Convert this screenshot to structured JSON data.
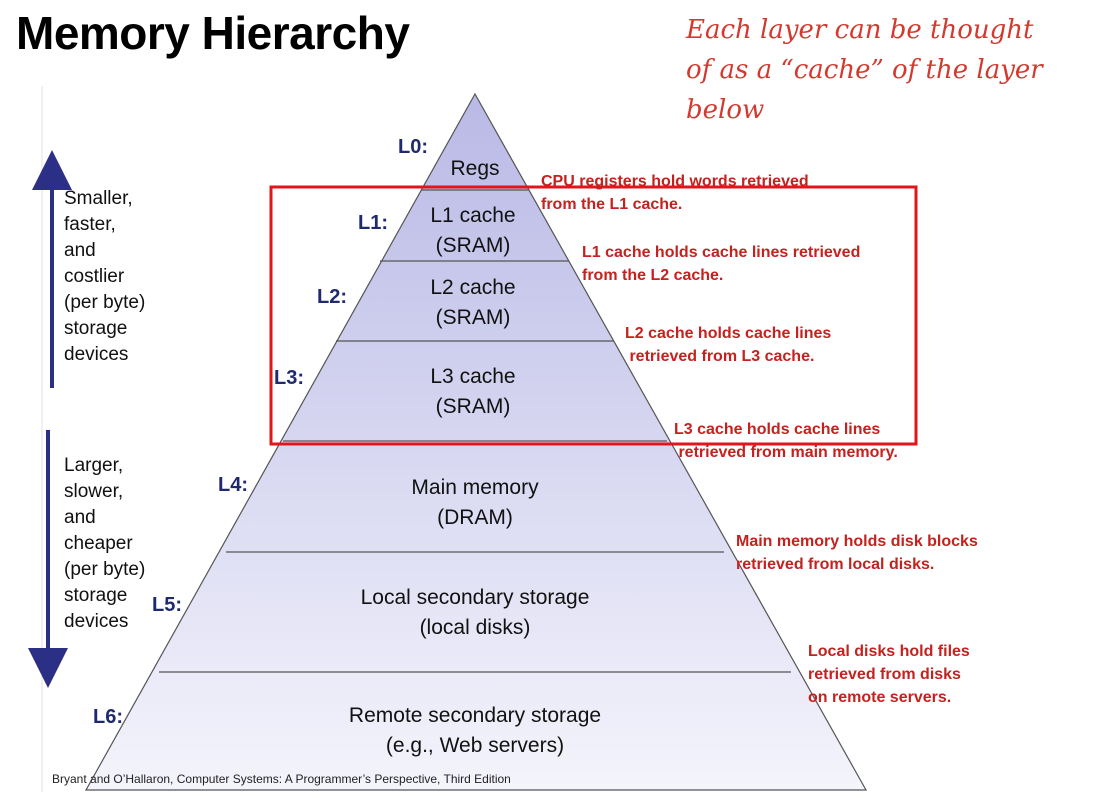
{
  "title": "Memory Hierarchy",
  "handwritten_note": [
    "Each layer can be thought",
    "of as a “cache” of the layer",
    "below"
  ],
  "top_side": {
    "lines": [
      "Smaller,",
      "faster,",
      "and",
      "costlier",
      "(per byte)",
      "storage",
      "devices"
    ]
  },
  "bottom_side": {
    "lines": [
      "Larger,",
      "slower,",
      "and",
      "cheaper",
      "(per byte)",
      "storage",
      "devices"
    ]
  },
  "levels": [
    {
      "label": "L0:",
      "name": [
        "Regs"
      ]
    },
    {
      "label": "L1:",
      "name": [
        "L1 cache",
        "(SRAM)"
      ]
    },
    {
      "label": "L2:",
      "name": [
        "L2 cache",
        "(SRAM)"
      ]
    },
    {
      "label": "L3:",
      "name": [
        "L3 cache",
        "(SRAM)"
      ]
    },
    {
      "label": "L4:",
      "name": [
        "Main memory",
        "(DRAM)"
      ]
    },
    {
      "label": "L5:",
      "name": [
        "Local secondary storage",
        "(local disks)"
      ]
    },
    {
      "label": "L6:",
      "name": [
        "Remote secondary storage",
        "(e.g., Web servers)"
      ]
    }
  ],
  "annotations": [
    [
      "CPU registers hold words retrieved",
      "from the L1 cache."
    ],
    [
      "L1 cache holds cache lines retrieved",
      "from the L2 cache."
    ],
    [
      "L2 cache holds cache lines",
      " retrieved from L3 cache."
    ],
    [
      "L3 cache holds cache lines",
      " retrieved from main memory."
    ],
    [
      "Main memory holds disk blocks",
      "retrieved from local disks."
    ],
    [
      "Local disks hold files",
      "retrieved from disks",
      "on remote servers."
    ]
  ],
  "citation": "Bryant and O’Hallaron, Computer Systems: A Programmer’s Perspective, Third Edition",
  "colors": {
    "pyramid_top": "#b9b9e6",
    "pyramid_bottom": "#f4f4fc",
    "level_label": "#1f2a6e",
    "annotation": "#c4221f",
    "highlight_box": "#e3141b",
    "arrow": "#2b2f86"
  }
}
